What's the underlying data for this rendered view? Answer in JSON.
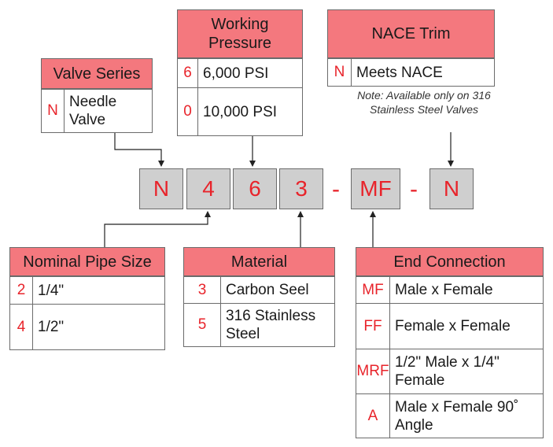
{
  "code_segments": [
    "N",
    "4",
    "6",
    "3",
    "MF",
    "N"
  ],
  "separators": [
    "-",
    "-"
  ],
  "valve_series": {
    "title": "Valve Series",
    "rows": [
      {
        "code": "N",
        "desc": "Needle Valve"
      }
    ]
  },
  "working_pressure": {
    "title": "Working Pressure",
    "rows": [
      {
        "code": "6",
        "desc": "6,000 PSI"
      },
      {
        "code": "0",
        "desc": "10,000 PSI"
      }
    ]
  },
  "nace_trim": {
    "title": "NACE Trim",
    "rows": [
      {
        "code": "N",
        "desc": "Meets NACE"
      }
    ],
    "note": "Note: Available only on 316 Stainless Steel Valves"
  },
  "nominal_pipe_size": {
    "title": "Nominal Pipe Size",
    "rows": [
      {
        "code": "2",
        "desc": "1/4\""
      },
      {
        "code": "4",
        "desc": "1/2\""
      }
    ]
  },
  "material": {
    "title": "Material",
    "rows": [
      {
        "code": "3",
        "desc": "Carbon Seel"
      },
      {
        "code": "5",
        "desc": "316 Stainless Steel"
      }
    ]
  },
  "end_connection": {
    "title": "End Connection",
    "rows": [
      {
        "code": "MF",
        "desc": "Male x Female"
      },
      {
        "code": "FF",
        "desc": "Female x Female"
      },
      {
        "code": "MRF",
        "desc": "1/2\" Male x 1/4\" Female"
      },
      {
        "code": "A",
        "desc": "Male x Female 90˚ Angle"
      }
    ]
  }
}
